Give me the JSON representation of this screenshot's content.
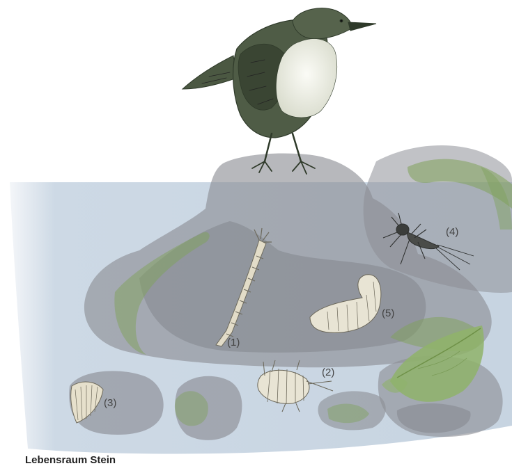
{
  "labels": {
    "l1": "(1)",
    "l2": "(2)",
    "l3": "(3)",
    "l4": "(4)",
    "l5": "(5)"
  },
  "caption": "Lebensraum Stein",
  "colors": {
    "water": "#c9d6e3",
    "rock": "#8e9097",
    "algae": "#7fa25a",
    "ink": "#2f3a2a"
  },
  "icons": {
    "bird": "dipper-bird-icon",
    "organism_1": "larva-tube-icon",
    "organism_2": "amphipod-icon",
    "organism_3": "limpet-shell-icon",
    "organism_4": "mayfly-nymph-icon",
    "organism_5": "caddis-larva-icon"
  }
}
